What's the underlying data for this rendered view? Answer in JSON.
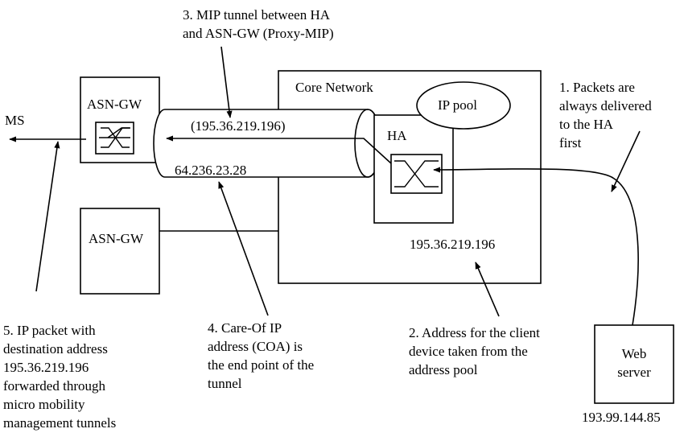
{
  "labels": {
    "mip_tunnel": "3. MIP tunnel between HA\nand ASN-GW (Proxy-MIP)",
    "ms": "MS",
    "asn_gw_top": "ASN-GW",
    "asn_gw_bottom": "ASN-GW",
    "core_network": "Core Network",
    "ip_pool": "IP pool",
    "ha": "HA",
    "tunnel_address": "(195.36.219.196)",
    "coa_address": "64.236.23.28",
    "ha_address": "195.36.219.196",
    "packets_note": "1. Packets are\nalways delivered\nto the HA\nfirst",
    "address_pool_note": "2. Address for the client\ndevice taken from the\naddress pool",
    "coa_note": "4. Care-Of IP\naddress (COA) is\nthe end point of the\ntunnel",
    "forward_note": "5. IP packet with\ndestination address\n195.36.219.196\nforwarded through\nmicro mobility\nmanagement tunnels",
    "web_server": "Web\nserver",
    "web_server_address": "193.99.144.85"
  }
}
